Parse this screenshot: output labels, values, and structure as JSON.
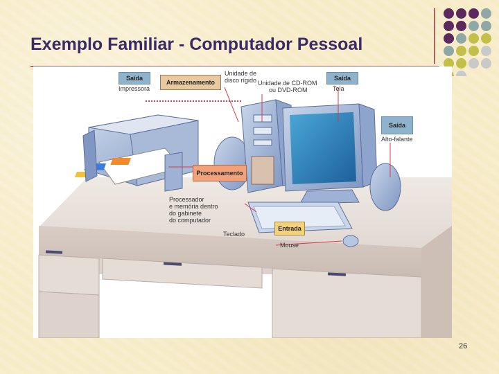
{
  "slide": {
    "title": "Exemplo Familiar - Computador Pessoal",
    "page_number": "26"
  },
  "diagram": {
    "boxes": {
      "saida_impressora": "Saída",
      "armazenamento": "Armazenamento",
      "saida_tela": "Saída",
      "saida_alto_falante": "Saída",
      "processamento": "Processamento",
      "entrada": "Entrada"
    },
    "labels": {
      "impressora": "Impressora",
      "disco_rigido_line1": "Unidade de",
      "disco_rigido_line2": "disco rígido",
      "cdrom_line1": "Unidade de CD-ROM",
      "cdrom_line2": "ou DVD-ROM",
      "tela": "Tela",
      "alto_falante": "Alto-falante",
      "processador_line1": "Processador",
      "processador_line2": "e memória dentro",
      "processador_line3": "do gabinete",
      "processador_line4": "do computador",
      "teclado": "Teclado",
      "mouse": "Mouse"
    },
    "colors": {
      "box_blue": "#8fb3cc",
      "box_orange": "#f2a27a",
      "box_yellow": "#f3d27a",
      "box_tan": "#e9c9a0",
      "pointer_line": "#d9394a"
    }
  },
  "decor": {
    "dot_colors": [
      "#5a2a5c",
      "#8fa7a7",
      "#c2c04a",
      "#c9c9c9"
    ]
  }
}
